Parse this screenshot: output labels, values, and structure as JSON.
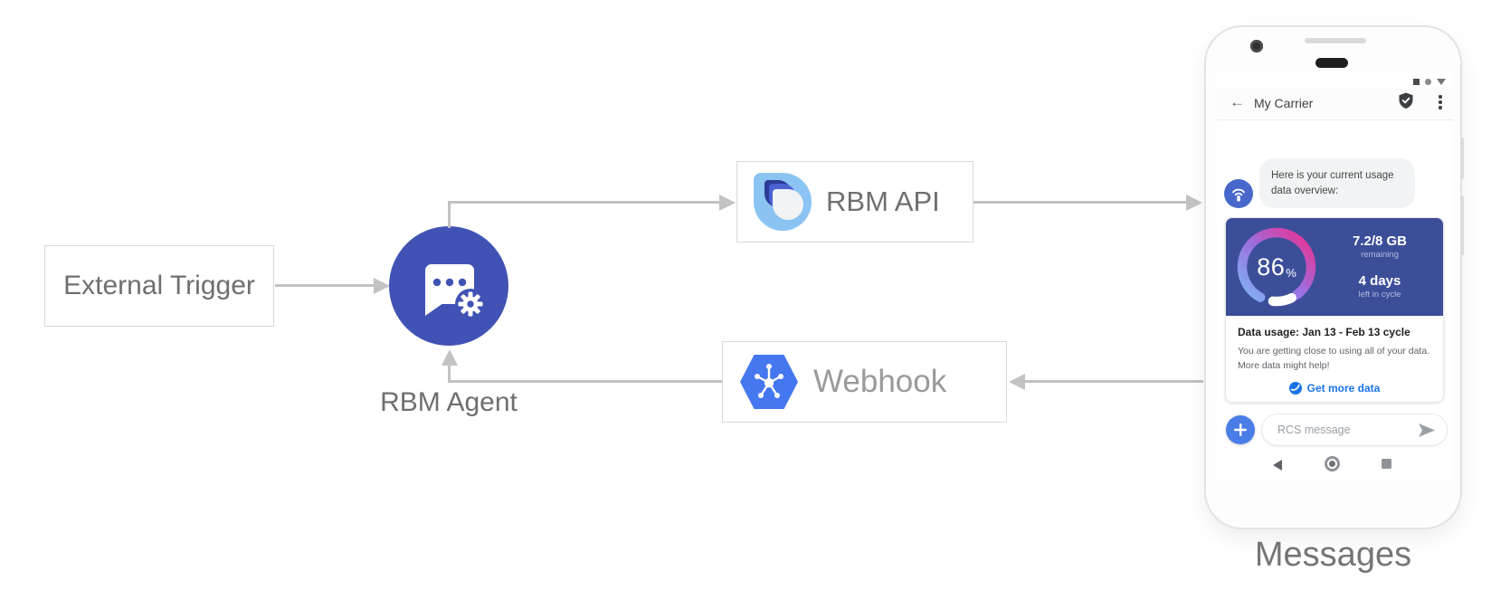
{
  "diagram": {
    "external_trigger_label": "External Trigger",
    "rbm_agent_label": "RBM Agent",
    "rbm_api_label": "RBM API",
    "webhook_label": "Webhook",
    "phone_caption": "Messages"
  },
  "phone": {
    "header": {
      "back_glyph": "←",
      "title": "My Carrier"
    },
    "conversation": {
      "message_line1": "Here is your current usage",
      "message_line2": "data overview:",
      "usage_card": {
        "gauge_percent": "86",
        "gauge_percent_sign": "%",
        "remaining_value": "7.2/8 GB",
        "remaining_label": "remaining",
        "days_value": "4 days",
        "days_label": "left in cycle",
        "title": "Data usage: Jan 13 - Feb 13 cycle",
        "body_line1": "You are getting close to using all of your data.",
        "body_line2": "More data might help!",
        "action_label": "Get more data"
      }
    },
    "composer": {
      "placeholder": "RCS message"
    }
  },
  "colors": {
    "agent_circle": "#4053b4",
    "card_blue": "#3d4e99",
    "link_blue": "#1a73e8",
    "plus_button": "#4b7de8",
    "hexagon_blue": "#4577f0",
    "arrow_gray": "#c2c2c2",
    "gauge_gradient": [
      "#7fb5f2",
      "#9c6fe0",
      "#ee2e8b"
    ],
    "gauge_remainder": "#ffffff"
  }
}
